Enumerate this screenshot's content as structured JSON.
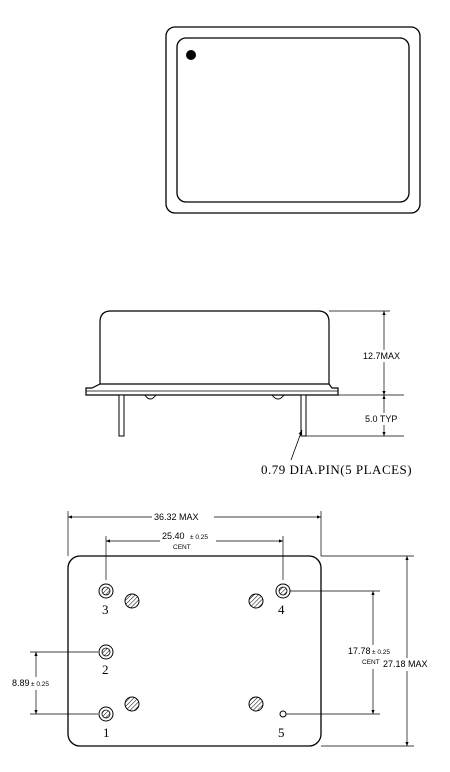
{
  "side_view": {
    "height_label": "12.7MAX",
    "pin_length_label": "5.0 TYP",
    "pin_note": "0.79  DIA.PIN(5 PLACES)"
  },
  "bottom_view": {
    "width_label": "36.32  MAX",
    "pin_span_label": "25.40",
    "pin_span_tol": "± 0.25",
    "pin_span_sub": "CENT",
    "pin_pitch_label": "8.89",
    "pin_pitch_tol": "± 0.25",
    "row_span_label": "17.78",
    "row_span_tol": "± 0.25",
    "row_span_sub": "CENT",
    "height_label": "27.18 MAX",
    "pin_labels": [
      "3",
      "4",
      "2",
      "1",
      "5"
    ]
  }
}
